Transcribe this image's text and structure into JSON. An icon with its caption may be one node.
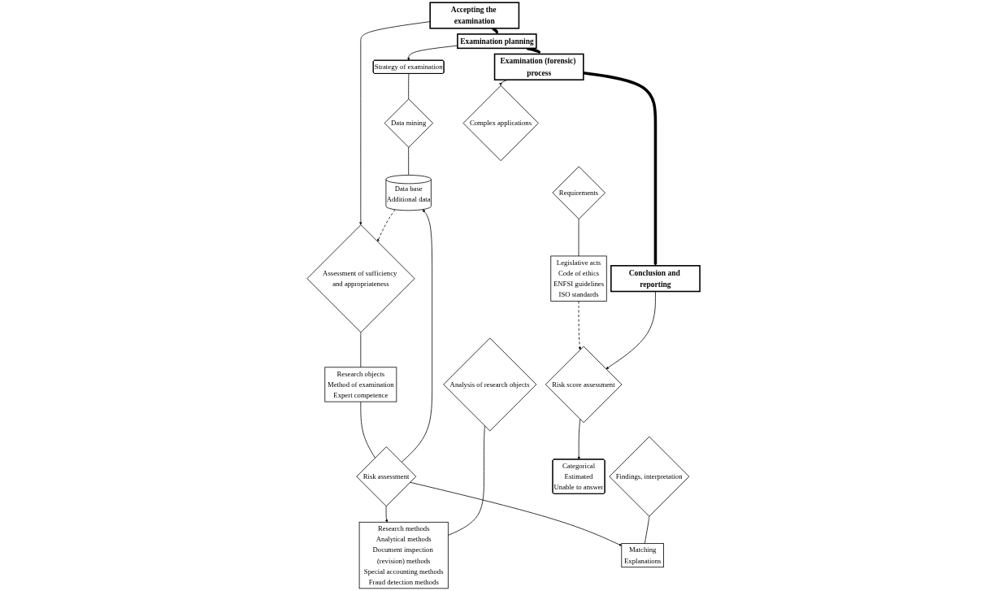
{
  "diagram": {
    "nodes": [
      {
        "text": [
          "Accepting the examination"
        ]
      },
      {
        "text": [
          "Examination planning"
        ]
      },
      {
        "text": [
          "Examination (forensic) process"
        ]
      },
      {
        "text": [
          "Conclusion and reporting"
        ]
      },
      {
        "text": [
          "Assessment of sufficiency and appropriateness"
        ]
      },
      {
        "text": [
          "Research objects",
          "Method of examination",
          "Expert competence"
        ]
      },
      {
        "text": [
          "Risk assessment"
        ]
      },
      {
        "text": [
          "Strategy of examination"
        ]
      },
      {
        "text": [
          "Data mining"
        ]
      },
      {
        "text": [
          "Data base",
          "Additional data"
        ]
      },
      {
        "text": [
          "Complex applications"
        ]
      },
      {
        "text": [
          "Analysis of research objects"
        ]
      },
      {
        "text": [
          "Requirements"
        ]
      },
      {
        "text": [
          "Findings, interpretation"
        ]
      },
      {
        "text": [
          "Research methods",
          "Analytical methods",
          "Document inspection (revision) methods",
          "Special accounting methods",
          "Fraud detection methods"
        ]
      },
      {
        "text": [
          "Legislative acts",
          "Code of ethics",
          "ENFSI guidelines",
          "ISO standards"
        ]
      },
      {
        "text": [
          "Matching",
          "Explanations"
        ]
      },
      {
        "text": [
          "Risk score assessment"
        ]
      },
      {
        "text": [
          "Categorical",
          "Estimated",
          "Unable to answer"
        ]
      }
    ],
    "edges": [
      {
        "from": 0,
        "to": 1,
        "arrow": "to",
        "style": "thick"
      },
      {
        "from": 1,
        "to": 2,
        "arrow": "to",
        "style": "thick"
      },
      {
        "from": 2,
        "to": 3,
        "arrow": "to",
        "style": "thick"
      },
      {
        "from": 0,
        "to": 4,
        "arrow": "to"
      },
      {
        "from": 4,
        "to": 5,
        "arrow": "none"
      },
      {
        "from": 5,
        "to": 6,
        "arrow": "none"
      },
      {
        "from": 6,
        "to": 9,
        "arrow": "to"
      },
      {
        "from": 6,
        "to": 14,
        "arrow": "to"
      },
      {
        "from": 6,
        "to": 16,
        "arrow": "to"
      },
      {
        "from": 9,
        "to": 4,
        "arrow": "to",
        "style": "dashed"
      },
      {
        "from": 1,
        "to": 7,
        "arrow": "to"
      },
      {
        "from": 7,
        "to": 8,
        "arrow": "none"
      },
      {
        "from": 8,
        "to": 9,
        "arrow": "none"
      },
      {
        "from": 2,
        "to": 10,
        "arrow": "to"
      },
      {
        "from": 11,
        "to": 14,
        "arrow": "none"
      },
      {
        "from": 12,
        "to": 15,
        "arrow": "none"
      },
      {
        "from": 13,
        "to": 16,
        "arrow": "none"
      },
      {
        "from": 15,
        "to": 17,
        "arrow": "to",
        "style": "dashed"
      },
      {
        "from": 3,
        "to": 17,
        "arrow": "to"
      },
      {
        "from": 17,
        "to": 18,
        "arrow": "to"
      }
    ]
  }
}
